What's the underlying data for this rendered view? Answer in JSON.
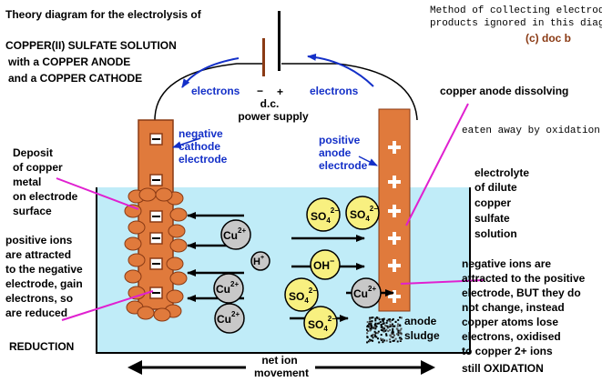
{
  "title": {
    "line1": "Theory diagram for the electrolysis of",
    "line2": "COPPER(II) SULFATE SOLUTION",
    "line3": "with a COPPER ANODE",
    "line4": "and a COPPER CATHODE"
  },
  "note": {
    "line1": "Method of collecting electrode",
    "line2": "products ignored in this diagram",
    "credit": "(c) doc b"
  },
  "power": {
    "minus": "−",
    "plus": "+",
    "label1": "d.c.",
    "label2": "power supply",
    "electrons_left": "electrons",
    "electrons_right": "electrons"
  },
  "cathode": {
    "label1": "negative",
    "label2": "cathode",
    "label3": "electrode",
    "sign": "−"
  },
  "anode": {
    "label1": "positive",
    "label2": "anode",
    "label3": "electrode",
    "sign": "+"
  },
  "annotations": {
    "dissolving": "copper anode dissolving",
    "eaten": "eaten away by oxidation!",
    "deposit": [
      "Deposit",
      "of copper",
      "metal",
      "on electrode",
      "surface"
    ],
    "electrolyte": [
      "electrolyte",
      "of dilute",
      "copper",
      "sulfate",
      "solution"
    ],
    "positive_ions": [
      "positive ions",
      "are attracted",
      "to the negative",
      "electrode, gain",
      "electrons, so",
      "are reduced"
    ],
    "reduction": "REDUCTION",
    "negative_ions": [
      "negative ions are",
      "attracted to the positive",
      "electrode, BUT they do",
      "not change, instead",
      "copper atoms lose",
      "electrons, oxidised",
      "to copper 2+ ions"
    ],
    "oxidation": "still OXIDATION",
    "sludge1": "anode",
    "sludge2": "sludge",
    "net1": "net ion",
    "net2": "movement"
  },
  "ions": {
    "cu": "Cu",
    "cu_charge": "2+",
    "h": "H",
    "h_charge": "+",
    "so4": "SO",
    "so4_sub": "4",
    "so4_charge": "2−",
    "oh": "OH",
    "oh_charge": "−"
  },
  "colors": {
    "electrolyte": "#c0ecf8",
    "copper": "#e07a3c",
    "copper_dark": "#8a3a14",
    "anion": "#f8f080",
    "cation": "#c8c8c8",
    "label_blue": "#1430c8",
    "pointer": "#e020d0"
  }
}
